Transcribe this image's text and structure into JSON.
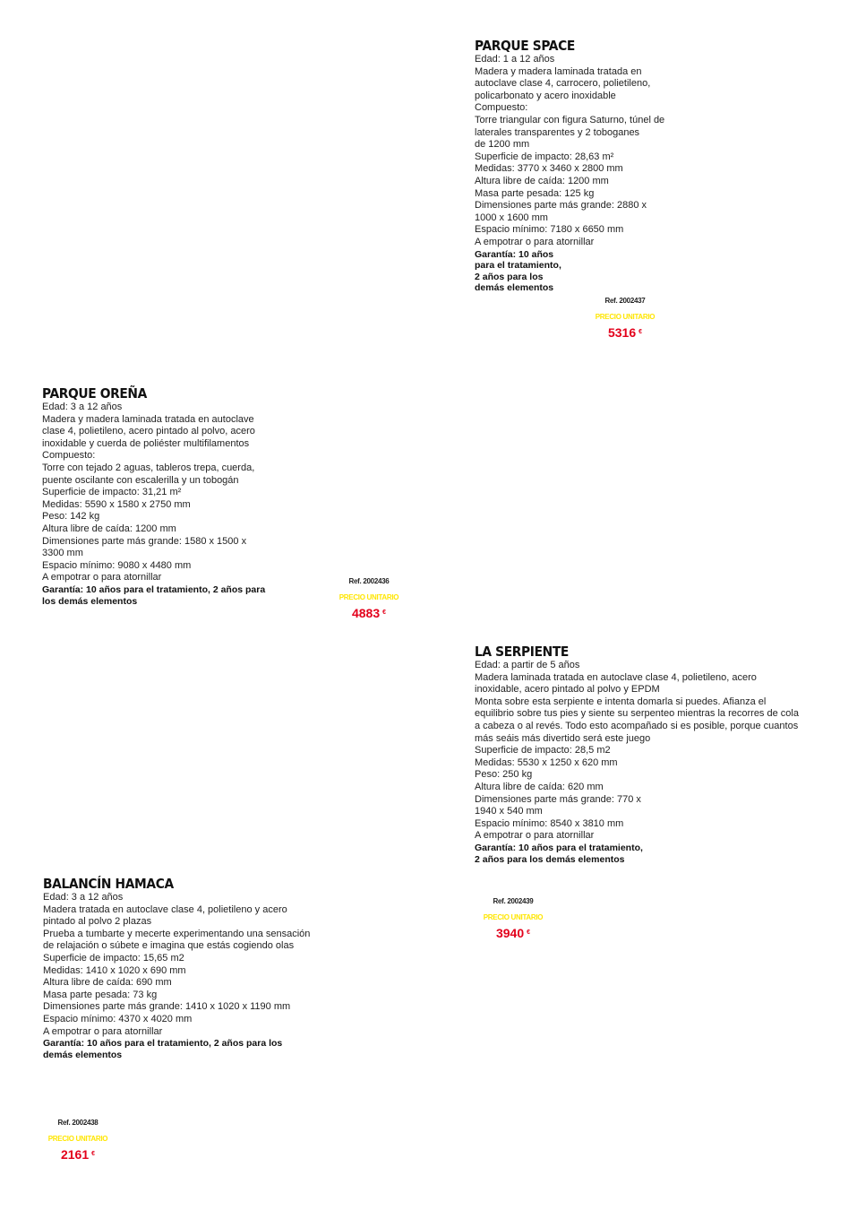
{
  "products": [
    {
      "title": "PARQUE SPACE",
      "lines": [
        "Edad: 1 a 12 años",
        "Madera y madera laminada tratada en",
        "autoclave clase 4, carrocero, polietileno,",
        "policarbonato y acero inoxidable",
        "Compuesto:",
        "Torre triangular con figura Saturno, túnel de",
        "laterales transparentes y 2 toboganes",
        "de 1200 mm",
        "Superficie de impacto: 28,63 m²",
        "Medidas: 3770 x 3460 x 2800 mm",
        "Altura libre de caída: 1200 mm",
        "Masa parte pesada: 125 kg",
        "Dimensiones parte más grande: 2880 x",
        "1000 x 1600 mm",
        "Espacio mínimo: 7180 x 6650 mm",
        "A empotrar o para atornillar"
      ],
      "warranty": [
        "Garantía: 10 años",
        "para el tratamiento,",
        "2 años para los",
        "demás elementos"
      ],
      "ref": "Ref. 2002437",
      "price_label": "PRECIO UNITARIO",
      "price": "5316",
      "currency": "€"
    },
    {
      "title": "PARQUE OREÑA",
      "lines": [
        "Edad: 3 a 12 años",
        "Madera y madera laminada tratada en autoclave",
        "clase 4, polietileno, acero pintado al polvo, acero",
        "inoxidable y cuerda de poliéster multifilamentos",
        "Compuesto:",
        "Torre con tejado 2 aguas, tableros trepa, cuerda,",
        "puente oscilante con escalerilla y un tobogán",
        "Superficie de impacto: 31,21 m²",
        "Medidas: 5590 x 1580 x 2750 mm",
        "Peso: 142 kg",
        "Altura libre de caída: 1200 mm",
        "Dimensiones parte más grande: 1580 x 1500 x",
        "3300 mm",
        "Espacio mínimo: 9080 x 4480 mm",
        "A empotrar o para atornillar"
      ],
      "warranty": [
        "Garantía: 10 años para el tratamiento, 2 años para",
        "los demás elementos"
      ],
      "ref": "Ref. 2002436",
      "price_label": "PRECIO UNITARIO",
      "price": "4883",
      "currency": "€"
    },
    {
      "title": "LA SERPIENTE",
      "lines": [
        "Edad: a partir de 5 años",
        "Madera laminada tratada en autoclave clase 4, polietileno, acero",
        "inoxidable, acero pintado al polvo y EPDM",
        "Monta sobre esta serpiente e intenta domarla si puedes. Afianza el",
        "equilibrio sobre tus pies y siente su serpenteo mientras la recorres de cola",
        "a cabeza o al revés. Todo esto acompañado si es posible, porque cuantos",
        "más seáis más divertido será este juego",
        "Superficie de impacto: 28,5 m2",
        "Medidas: 5530 x 1250 x 620 mm",
        "Peso: 250 kg",
        "Altura libre de caída: 620 mm",
        "Dimensiones parte más grande: 770 x",
        "1940 x 540 mm",
        "Espacio mínimo: 8540 x 3810 mm",
        "A empotrar o para atornillar"
      ],
      "warranty": [
        "Garantía: 10 años para el tratamiento,",
        "2 años para los demás elementos"
      ],
      "ref": "Ref. 2002439",
      "price_label": "PRECIO UNITARIO",
      "price": "3940",
      "currency": "€"
    },
    {
      "title": "BALANCÍN HAMACA",
      "lines": [
        "Edad: 3 a 12 años",
        "Madera tratada en autoclave clase 4, polietileno y acero",
        "pintado al polvo 2 plazas",
        "Prueba a tumbarte y mecerte experimentando una sensación",
        "de relajación o súbete e imagina que estás cogiendo olas",
        "Superficie de impacto: 15,65 m2",
        "Medidas: 1410 x 1020 x 690 mm",
        "Altura libre de caída: 690 mm",
        "Masa parte pesada: 73 kg",
        "Dimensiones parte más grande: 1410 x 1020 x 1190 mm",
        "Espacio mínimo: 4370 x 4020 mm",
        "A empotrar o para atornillar"
      ],
      "warranty": [
        "Garantía: 10 años para el tratamiento, 2 años para los",
        "demás elementos"
      ],
      "ref": "Ref. 2002438",
      "price_label": "PRECIO UNITARIO",
      "price": "2161",
      "currency": "€"
    }
  ]
}
